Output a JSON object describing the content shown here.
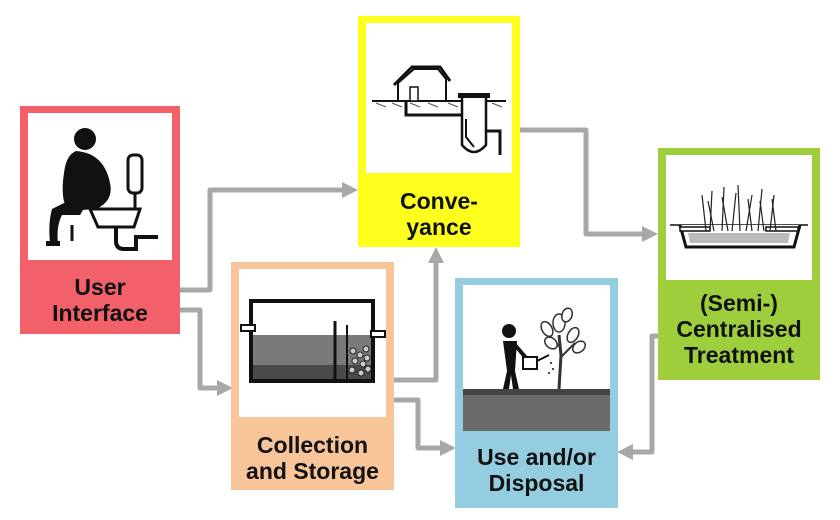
{
  "colors": {
    "user_interface": "#f2616a",
    "collection": "#f8c49a",
    "conveyance": "#ffff1e",
    "treatment": "#9fce3c",
    "use_disposal": "#95cde0",
    "arrow": "#a8a8a8"
  },
  "nodes": {
    "user_interface": {
      "line1": "User",
      "line2": "Interface",
      "icon": "person-sitting-on-toilet-icon"
    },
    "collection": {
      "line1": "Collection",
      "line2": "and Storage",
      "icon": "storage-tank-icon"
    },
    "conveyance": {
      "line1": "Conve-",
      "line2": "yance",
      "icon": "house-sewer-pipe-icon"
    },
    "treatment": {
      "line1": "(Semi-)",
      "line2": "Centralised",
      "line3": "Treatment",
      "icon": "constructed-wetland-icon"
    },
    "use_disposal": {
      "line1": "Use and/or",
      "line2": "Disposal",
      "icon": "person-watering-tree-icon"
    }
  }
}
